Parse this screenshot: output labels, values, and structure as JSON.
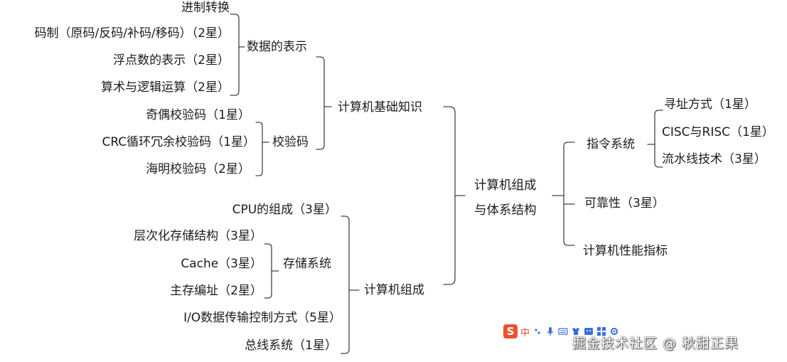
{
  "root": {
    "line1": "计算机组成",
    "line2": "与体系结构"
  },
  "branches": {
    "basics": {
      "label": "计算机基础知识",
      "data_repr": {
        "label": "数据的表示",
        "items": [
          "进制转换",
          "码制（原码/反码/补码/移码）（2星）",
          "浮点数的表示（2星）",
          "算术与逻辑运算（2星）"
        ]
      },
      "checksum": {
        "label": "校验码",
        "items": [
          "奇偶校验码（1星）",
          "CRC循环冗余校验码（1星）",
          "海明校验码（2星）"
        ]
      }
    },
    "composition": {
      "label": "计算机组成",
      "cpu": "CPU的组成（3星）",
      "storage": {
        "label": "存储系统",
        "items": [
          "层次化存储结构（3星）",
          "Cache（3星）",
          "主存编址（2星）"
        ]
      },
      "io": "I/O数据传输控制方式（5星）",
      "bus": "总线系统（1星）"
    },
    "instruction": {
      "label": "指令系统",
      "items": [
        "寻址方式（1星）",
        "CISC与RISC（1星）",
        "流水线技术（3星）"
      ]
    },
    "reliability": "可靠性（3星）",
    "performance": "计算机性能指标"
  },
  "toolbar": {
    "logo": "S",
    "lang": "中"
  },
  "watermark": "掘金技术社区 @ 秋甜正果",
  "colors": {
    "line": "#444444",
    "logo": "#e8532e",
    "text": "#1c1c1c"
  }
}
